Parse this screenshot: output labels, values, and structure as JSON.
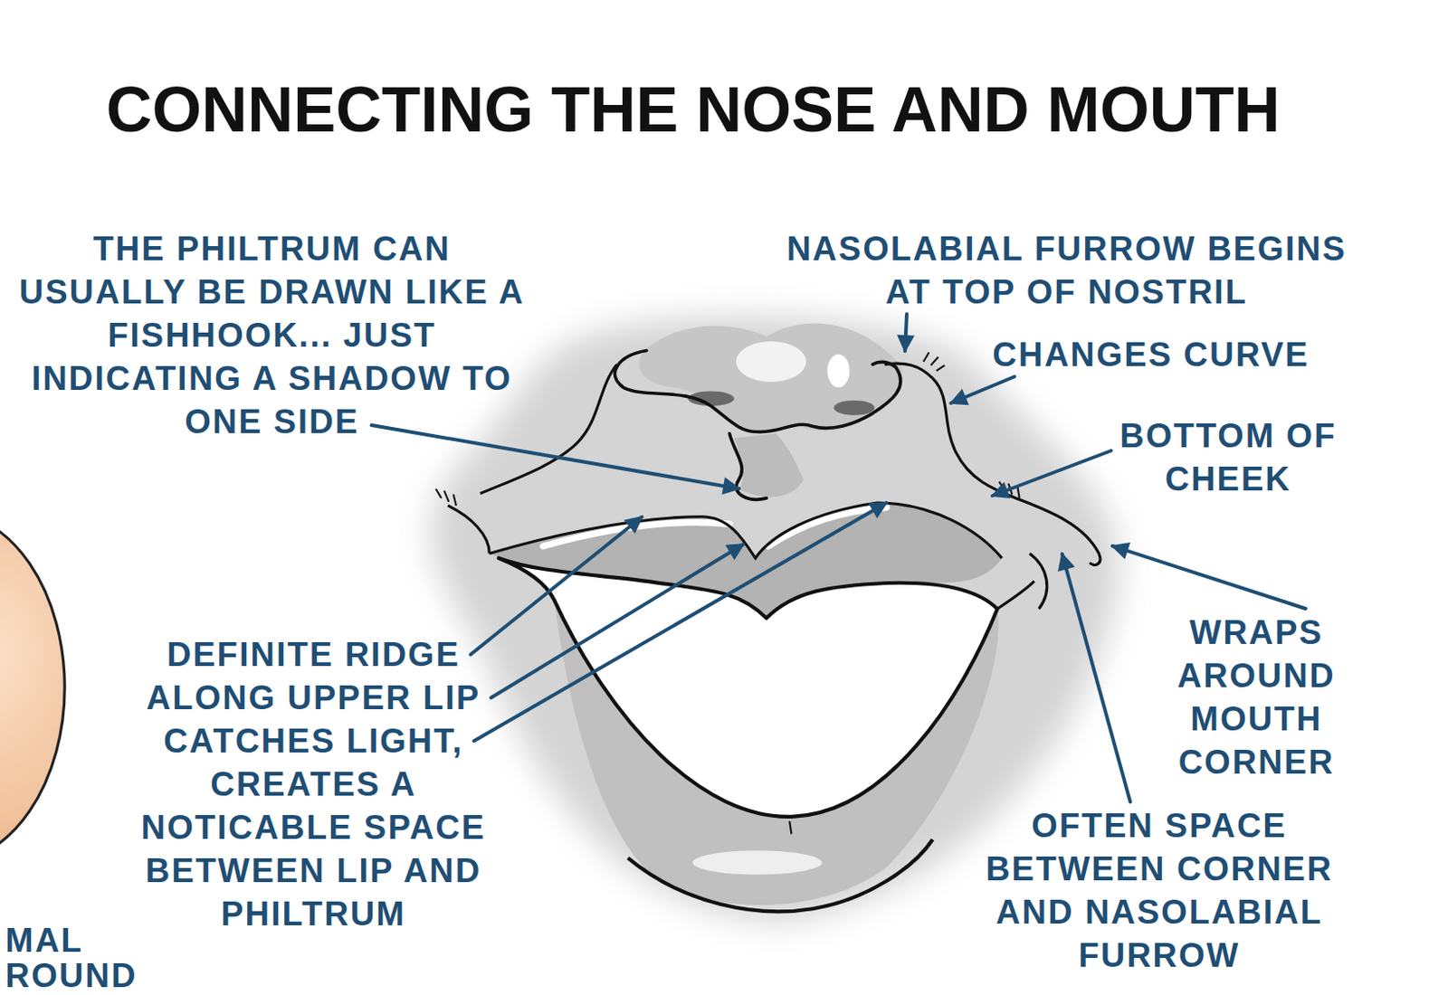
{
  "diagram": {
    "title": "CONNECTING THE NOSE AND MOUTH",
    "labels": [
      "THE PHILTRUM CAN USUALLY BE DRAWN LIKE A FISHHOOK... JUST INDICATING A SHADOW TO ONE SIDE",
      "NASOLABIAL FURROW BEGINS AT TOP OF NOSTRIL",
      "CHANGES CURVE",
      "BOTTOM OF CHEEK",
      "DEFINITE RIDGE ALONG UPPER LIP CATCHES LIGHT, CREATES A NOTICABLE SPACE BETWEEN LIP AND PHILTRUM",
      "WRAPS AROUND MOUTH CORNER",
      "OFTEN SPACE BETWEEN CORNER AND NASOLABIAL FURROW",
      "MAL",
      "ROUND"
    ]
  }
}
